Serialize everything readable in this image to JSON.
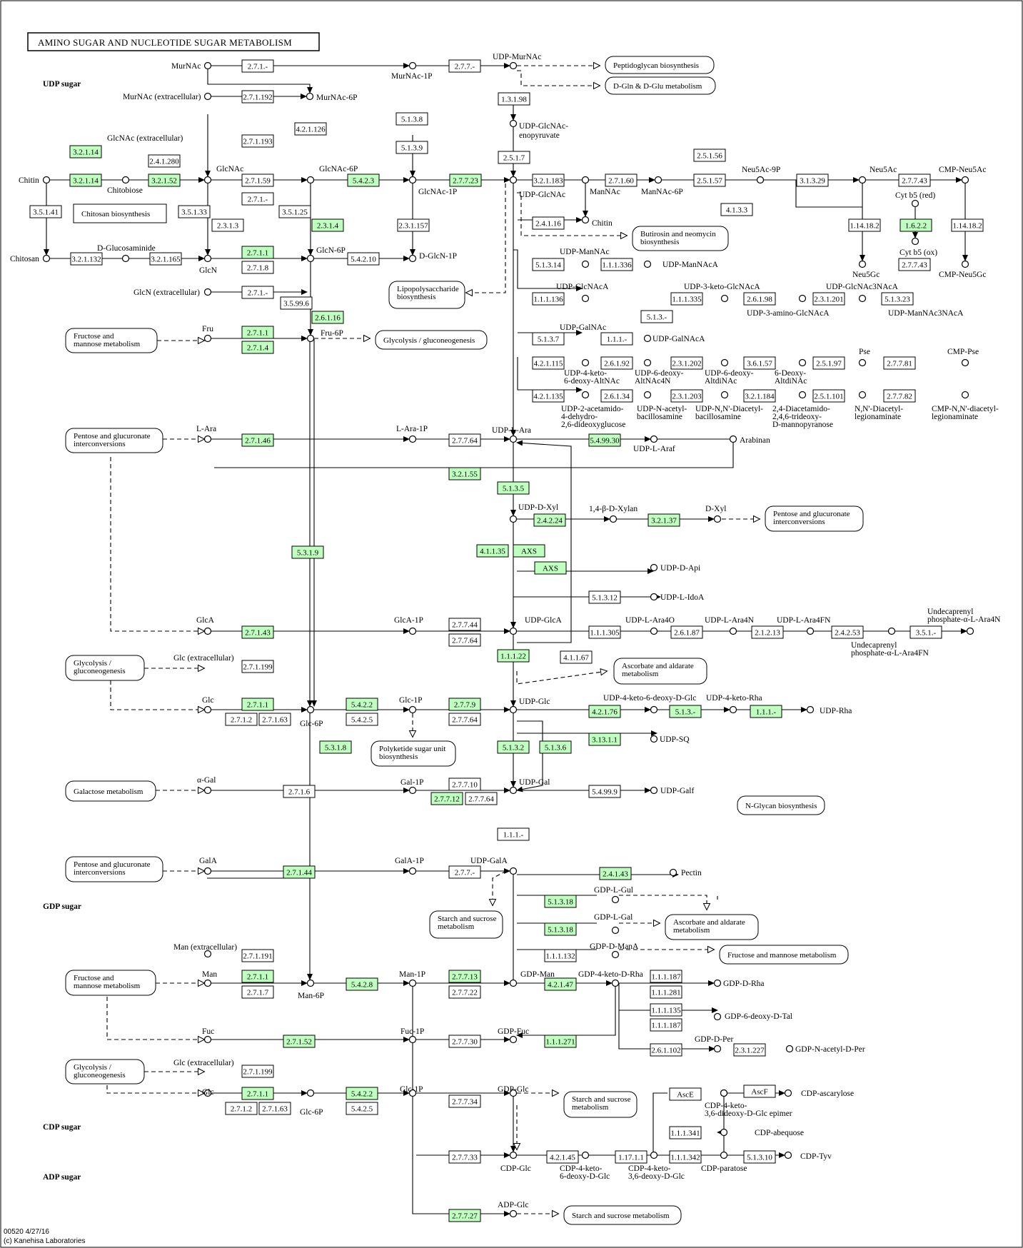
{
  "title": "AMINO SUGAR AND NUCLEOTIDE SUGAR METABOLISM",
  "sections": {
    "udp": "UDP sugar",
    "gdp": "GDP sugar",
    "cdp": "CDP sugar",
    "adp": "ADP sugar"
  },
  "footer": {
    "code": "00520 4/27/16",
    "copyright": "(c) Kanehisa Laboratories"
  },
  "colors": {
    "found_enzyme": "#bfffbf",
    "plain_enzyme": "#ffffff",
    "line": "#000000"
  }
}
